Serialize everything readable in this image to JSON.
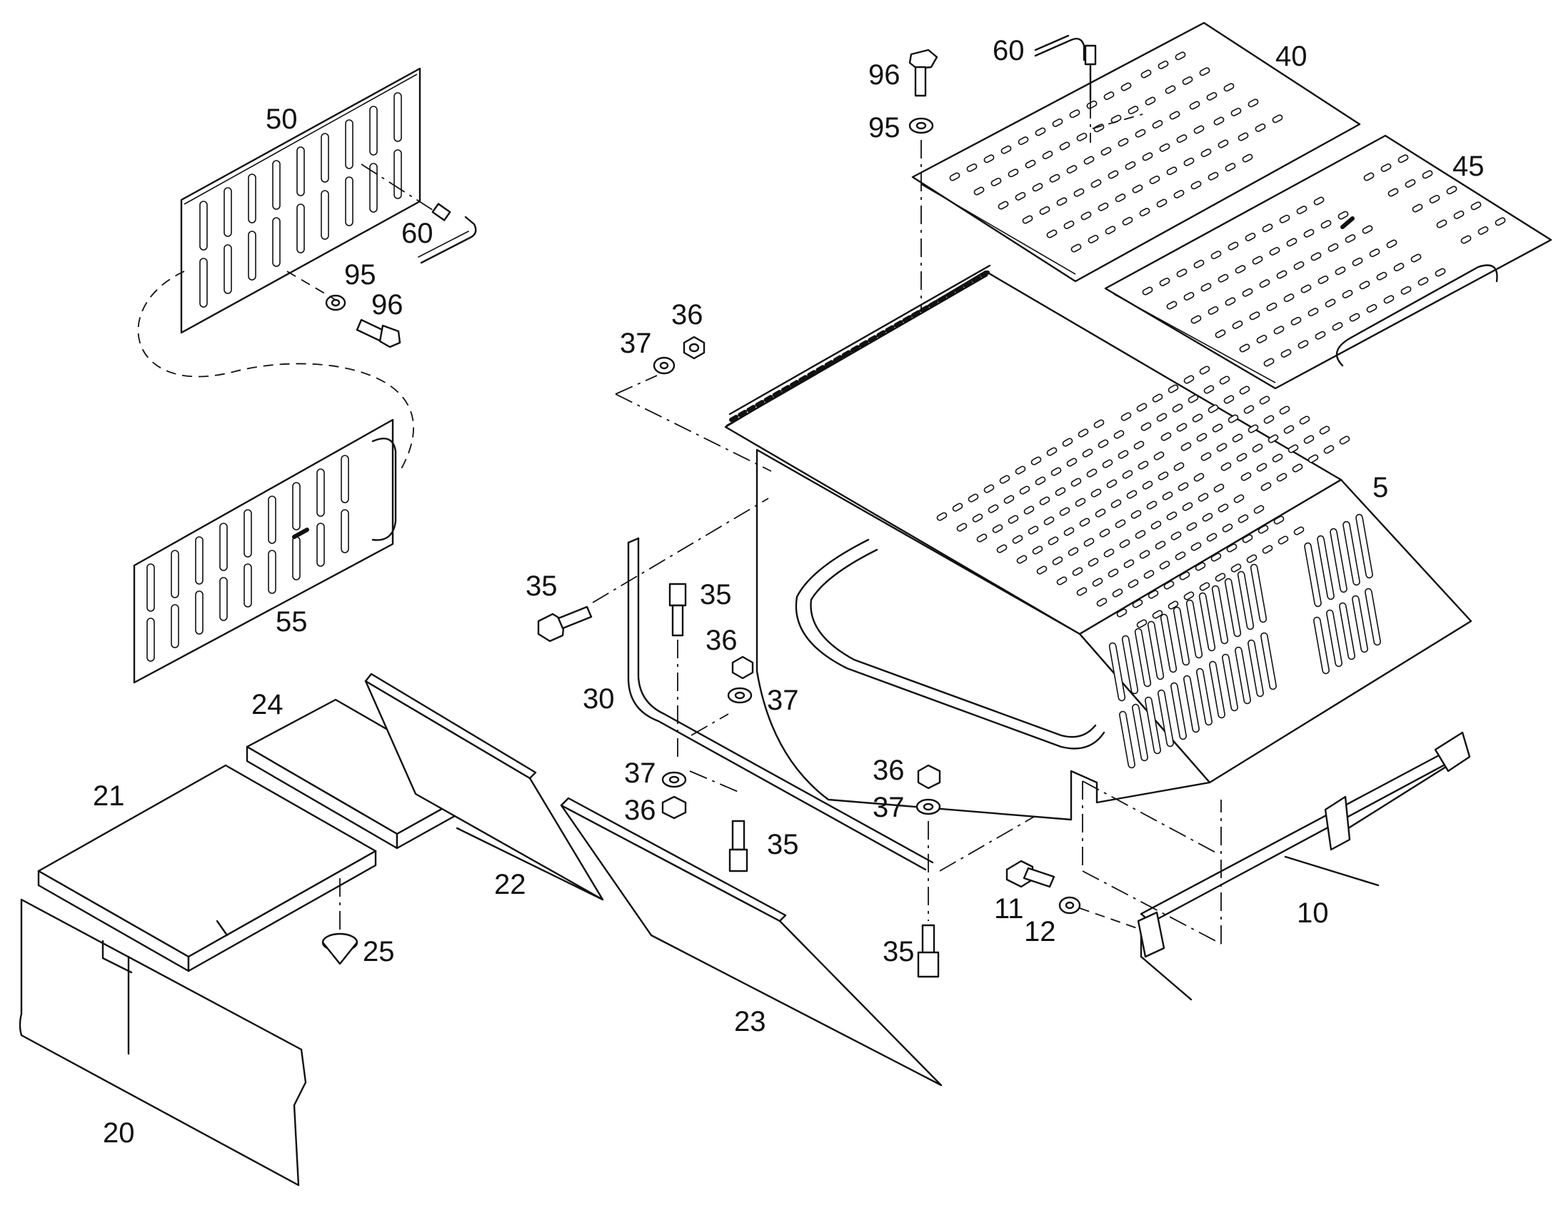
{
  "callouts": {
    "c5": "5",
    "c10": "10",
    "c11": "11",
    "c12": "12",
    "c20": "20",
    "c21": "21",
    "c22": "22",
    "c23": "23",
    "c24": "24",
    "c25": "25",
    "c30": "30",
    "c35a": "35",
    "c35b": "35",
    "c35c": "35",
    "c35d": "35",
    "c36a": "36",
    "c36b": "36",
    "c36c": "36",
    "c36d": "36",
    "c37a": "37",
    "c37b": "37",
    "c37c": "37",
    "c37d": "37",
    "c40": "40",
    "c45": "45",
    "c50": "50",
    "c55": "55",
    "c60a": "60",
    "c60b": "60",
    "c95a": "95",
    "c95b": "95",
    "c96a": "96",
    "c96b": "96"
  }
}
